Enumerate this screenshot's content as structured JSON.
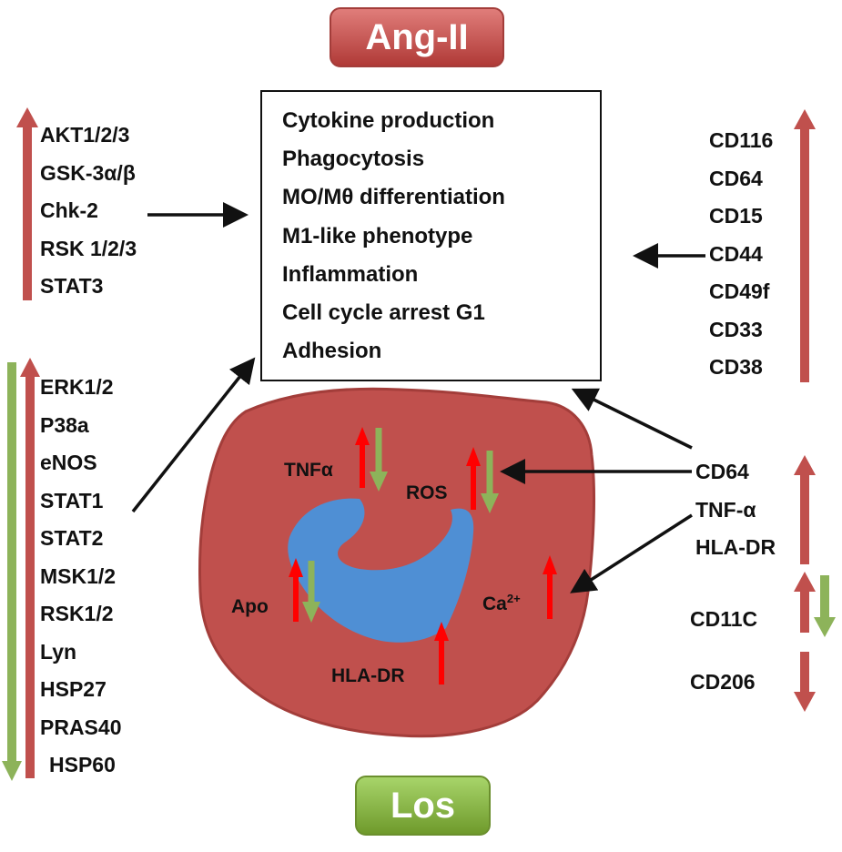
{
  "top_label": "Ang-II",
  "bottom_label": "Los",
  "effects": [
    "Cytokine production",
    "Phagocytosis",
    "MO/Mθ differentiation",
    "M1-like phenotype",
    "Inflammation",
    "Cell cycle arrest G1",
    "Adhesion"
  ],
  "left_up_group": [
    "AKT1/2/3",
    "GSK-3α/β",
    "Chk-2",
    "RSK 1/2/3",
    "STAT3"
  ],
  "left_updown_group": [
    "ERK1/2",
    "P38a",
    "eNOS",
    "STAT1",
    "STAT2",
    "MSK1/2",
    "RSK1/2",
    "Lyn",
    "HSP27",
    "PRAS40",
    "HSP60"
  ],
  "right_up_group": [
    "CD116",
    "CD64",
    "CD15",
    "CD44",
    "CD49f",
    "CD33",
    "CD38"
  ],
  "right_mid_group": [
    "CD64",
    "TNF-α",
    "HLA-DR"
  ],
  "right_cd11c": "CD11C",
  "right_cd206": "CD206",
  "cell_labels": {
    "tnfa": "TNFα",
    "ros": "ROS",
    "apo": "Apo",
    "ca": "Ca",
    "ca_sup": "2+",
    "hladr": "HLA-DR"
  },
  "colors": {
    "up_arrow": "#c0504d",
    "down_arrow": "#8db35a",
    "cell_body": "#c0504d",
    "nucleus": "#4f8fd4",
    "angii_pill": "#c0504d",
    "los_pill": "#8aba45"
  }
}
